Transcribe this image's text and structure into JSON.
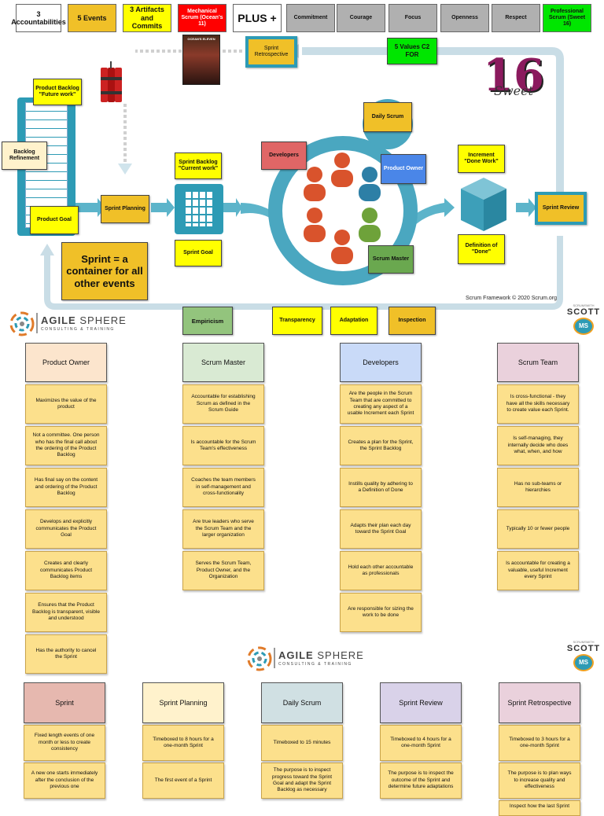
{
  "header": {
    "boxes": [
      {
        "label": "3 Accountabilities",
        "bg": "#ffffff"
      },
      {
        "label": "5 Events",
        "bg": "#f0c028"
      },
      {
        "label": "3 Artifacts and Commits",
        "bg": "#ffff00"
      },
      {
        "label": "Mechanical Scrum (Ocean's 11)",
        "bg": "#ff0000"
      },
      {
        "label": "PLUS +",
        "bg": "#ffffff"
      },
      {
        "label": "Commitment",
        "bg": "#b0b0b0"
      },
      {
        "label": "Courage",
        "bg": "#b0b0b0"
      },
      {
        "label": "Focus",
        "bg": "#b0b0b0"
      },
      {
        "label": "Openness",
        "bg": "#b0b0b0"
      },
      {
        "label": "Respect",
        "bg": "#b0b0b0"
      },
      {
        "label": "Professional Scrum (Sweet 16)",
        "bg": "#00e600"
      }
    ]
  },
  "diagram": {
    "sprint_retrospective": "Sprint Retrospective",
    "values": "5 Values C2 FOR",
    "poster_title": "OCEAN'S ELEVEN",
    "sweet16_number": "16",
    "sweet16_word": "Sweet",
    "product_backlog": "Product Backlog \"Future work\"",
    "backlog_refinement": "Backlog Refinement",
    "product_goal": "Product Goal",
    "sprint_planning": "Sprint Planning",
    "sprint_backlog": "Sprint Backlog \"Current work\"",
    "sprint_goal": "Sprint Goal",
    "daily_scrum": "Daily Scrum",
    "developers": "Developers",
    "product_owner": "Product Owner",
    "scrum_master": "Scrum Master",
    "increment": "Increment \"Done Work\"",
    "definition_of_done": "Definition of \"Done\"",
    "sprint_review": "Sprint Review",
    "sprint_container": "Sprint = a container for all other events",
    "copyright": "Scrum Framework © 2020 Scrum.org"
  },
  "pillars": {
    "empiricism": "Empiricism",
    "transparency": "Transparency",
    "adaptation": "Adaptation",
    "inspection": "Inspection"
  },
  "logo": {
    "name_bold": "AGILE",
    "name_light": "SPHERE",
    "tagline": "CONSULTING & TRAINING",
    "scott_small": "SCRUMSMITH",
    "scott": "SCOTT",
    "scott_badge": "MS"
  },
  "accountabilities": [
    {
      "title": "Product Owner",
      "bg": "#fce5cd",
      "items": [
        "Maximizes the value of the product",
        "Not a committee. One person who has the final call about the ordering of the Product Backlog",
        "Has final say on the content and ordering of the Product Backlog",
        "Develops and explicitly communicates the Product Goal",
        "Creates and clearly communicates Product Backlog items",
        "Ensures that the Product Backlog is transparent, visible and understood",
        "Has the authority to cancel the Sprint"
      ]
    },
    {
      "title": "Scrum Master",
      "bg": "#d9ead3",
      "items": [
        "Accountable for establishing Scrum as defined in the Scrum Guide",
        "Is accountable for the Scrum Team's effectiveness",
        "Coaches the team members in self-management and cross-functionality",
        "Are true leaders who serve the Scrum Team and the larger organization",
        "Serves the Scrum Team, Product Owner, and the Organization"
      ]
    },
    {
      "title": "Developers",
      "bg": "#c9daf8",
      "items": [
        "Are the people in the Scrum Team that are committed to creating any aspect of a usable Increment each Sprint",
        "Creates a plan for the Sprint, the Sprint Backlog",
        "Instills quality by adhering to a Definition of Done",
        "Adapts their plan each day toward the Sprint Goal",
        "Hold each other accountable as professionals",
        "Are responsible for sizing the work to be done"
      ]
    },
    {
      "title": "Scrum Team",
      "bg": "#ead1dc",
      "items": [
        "Is cross-functional - they have all the skills necessary to create value each Sprint.",
        "Is self-managing, they internally decide who does what, when, and how",
        "Has no sub-teams or hierarchies",
        "Typically 10 or fewer people",
        "Is accountable for creating a valuable, useful Increment every Sprint"
      ]
    }
  ],
  "events": [
    {
      "title": "Sprint",
      "bg": "#e6b8af",
      "items": [
        "Fixed length events of one month or less to create consistency",
        "A new one starts immediately after the conclusion of the previous one"
      ]
    },
    {
      "title": "Sprint Planning",
      "bg": "#fff2cc",
      "items": [
        "Timeboxed to 8 hours for a one-month Sprint",
        "The first event of a Sprint"
      ]
    },
    {
      "title": "Daily Scrum",
      "bg": "#d0e0e3",
      "items": [
        "Timeboxed to 15 minutes",
        "The purpose is to inspect progress toward the Sprint Goal and adapt the Sprint Backlog as necessary"
      ]
    },
    {
      "title": "Sprint Review",
      "bg": "#d9d2e9",
      "items": [
        "Timeboxed to 4 hours for a one-month Sprint",
        "The purpose is to inspect the outcome of the Sprint and determine future adaptations"
      ]
    },
    {
      "title": "Sprint Retrospective",
      "bg": "#ead1dc",
      "items": [
        "Timeboxed to 3 hours for a one-month Sprint",
        "The purpose is to plan ways to increase quality and effectiveness",
        "Inspect how the last Sprint"
      ]
    }
  ]
}
